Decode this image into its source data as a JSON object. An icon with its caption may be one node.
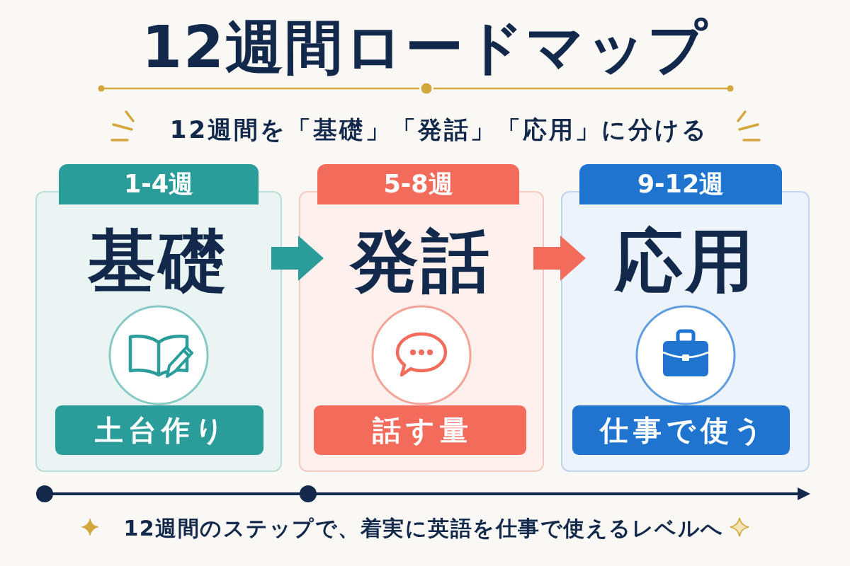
{
  "diagram": {
    "title": "12週間ロードマップ",
    "caption": "12週間のステップで、着実に英語を仕事で使えるレベルへ",
    "nodes": [
      {
        "text": [
          "1-4週"
        ]
      },
      {
        "text": [
          "基礎"
        ]
      },
      {
        "text": [
          "土台作り"
        ],
        "in": 1
      },
      {
        "text": [
          "5-8週"
        ]
      },
      {
        "text": [
          "発話"
        ]
      },
      {
        "text": [
          "話す量"
        ],
        "in": 4
      },
      {
        "text": [
          "9-12週"
        ]
      },
      {
        "text": [
          "応用"
        ]
      },
      {
        "text": [
          "仕事で使う"
        ],
        "in": 7
      }
    ],
    "edges": [
      {
        "from": 1,
        "to": 4,
        "arrow": "to",
        "color": "#2a9d9a"
      },
      {
        "from": 4,
        "to": 7,
        "arrow": "to",
        "color": "#f26b5b"
      }
    ],
    "labels": [
      "12週間を「基礎」「発話」「応用」に分ける"
    ]
  }
}
